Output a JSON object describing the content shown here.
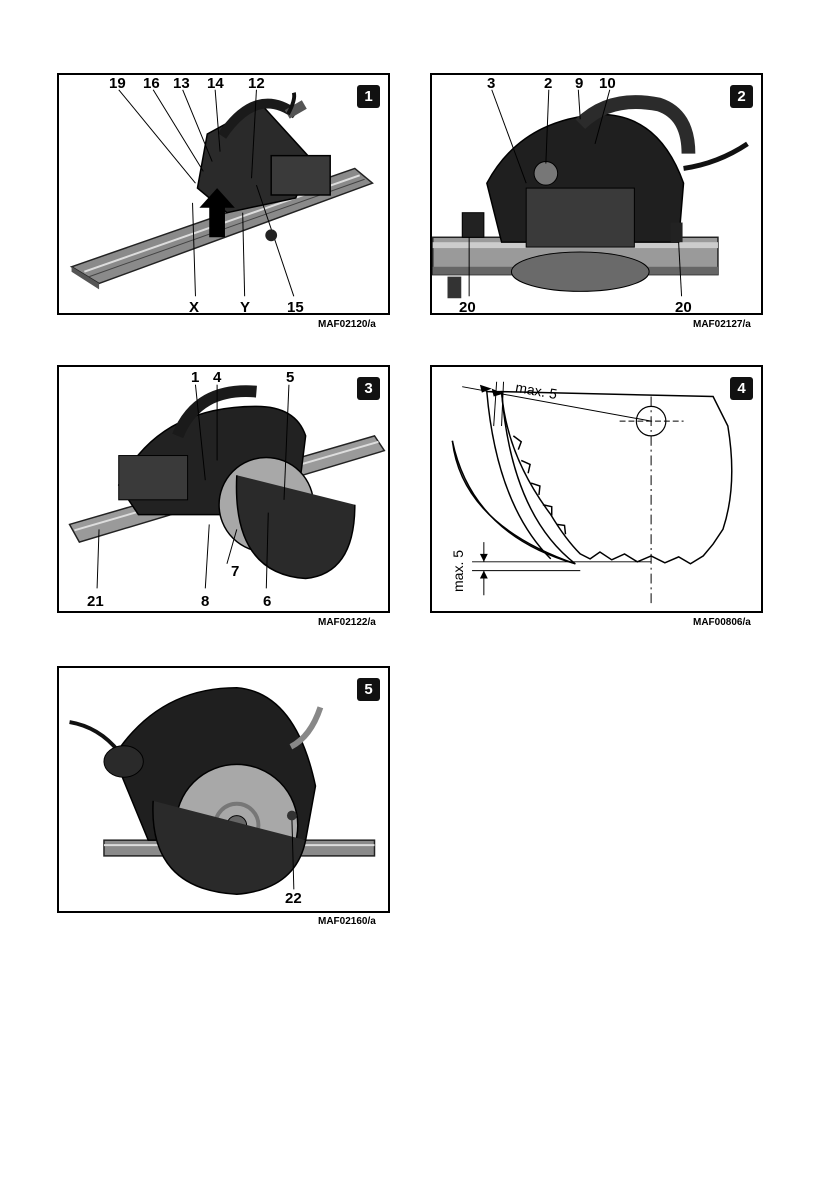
{
  "figures": [
    {
      "number": "1",
      "code": "MAF02120/a",
      "callouts": [
        "19",
        "16",
        "13",
        "14",
        "12",
        "X",
        "Y",
        "15"
      ]
    },
    {
      "number": "2",
      "code": "MAF02127/a",
      "callouts": [
        "3",
        "2",
        "9",
        "10",
        "20",
        "20"
      ]
    },
    {
      "number": "3",
      "code": "MAF02122/a",
      "callouts": [
        "1",
        "4",
        "5",
        "21",
        "8",
        "7",
        "6"
      ]
    },
    {
      "number": "4",
      "code": "MAF00806/a",
      "dimension_top": "max. 5",
      "dimension_side": "max. 5"
    },
    {
      "number": "5",
      "code": "MAF02160/a",
      "callouts": [
        "22"
      ]
    }
  ]
}
